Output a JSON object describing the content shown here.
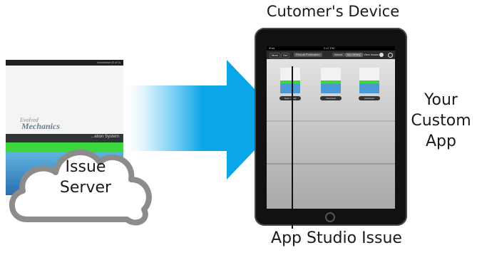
{
  "labels": {
    "device_title": "Cutomer's Device",
    "custom_app": [
      "Your",
      "Custom",
      "App"
    ],
    "issue_server": [
      "Issue",
      "Server"
    ],
    "app_studio_issue": "App Studio Issue"
  },
  "source_page": {
    "brand_small": "Evolved",
    "brand_main": "Mechanics",
    "banner_text": "...ation System",
    "header_right": "Annotation (0 of 0)"
  },
  "tablet": {
    "status_left": "iPad",
    "status_time": "2:47 PM",
    "toolbar": {
      "left_buttons": [
        "More",
        "Set"
      ],
      "center_label": "Flexual Publication",
      "tabs": [
        "Issues",
        "My Library"
      ],
      "right_label": "View Issues"
    },
    "issues": [
      {
        "button": "Open / Load"
      },
      {
        "button": "Download"
      },
      {
        "button": "Download"
      }
    ]
  },
  "colors": {
    "arrow": "#0aa6e8",
    "cloud_fill": "#ffffff",
    "cloud_stroke": "#8c8c8c",
    "green_accent": "#3ed63e",
    "device_body": "#111111"
  }
}
